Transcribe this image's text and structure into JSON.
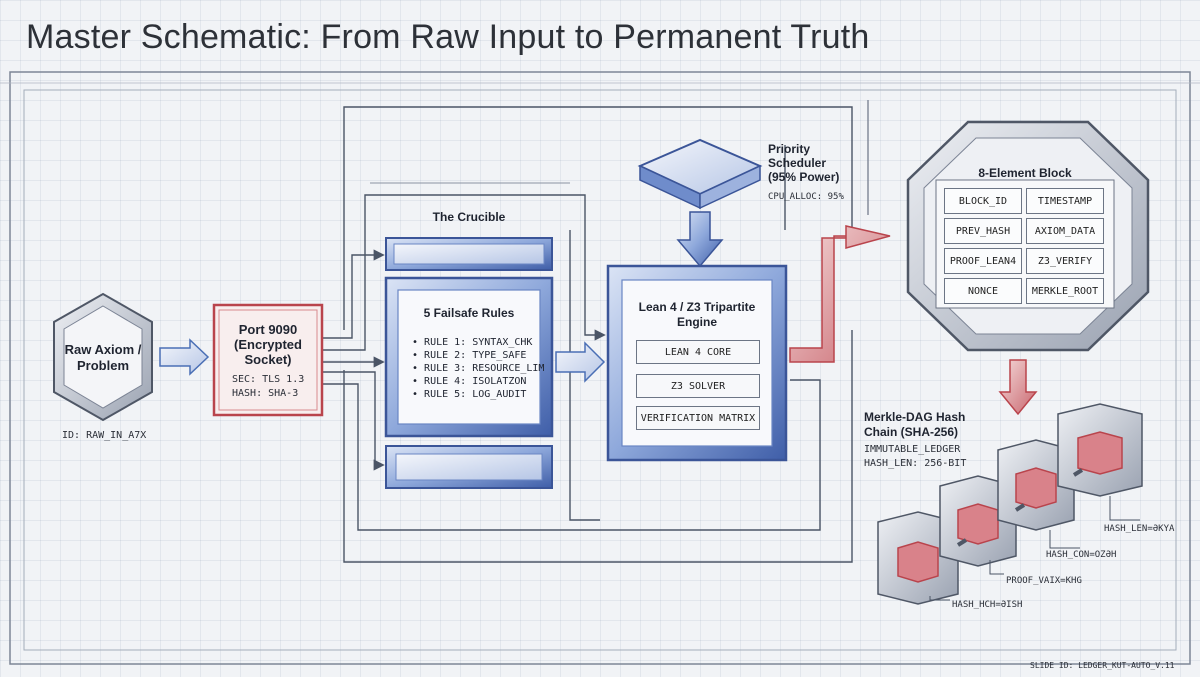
{
  "title": "Master Schematic: From Raw Input to Permanent Truth",
  "raw_axiom": {
    "label": "Raw Axiom / Problem",
    "id": "ID: RAW_IN_A7X"
  },
  "port": {
    "title": "Port 9090 (Encrypted Socket)",
    "sec": "SEC: TLS 1.3",
    "hash": "HASH: SHA-3"
  },
  "crucible": {
    "title": "The Crucible",
    "rules_title": "5 Failsafe Rules",
    "rules": [
      "RULE 1: SYNTAX_CHK",
      "RULE 2: TYPE_SAFE",
      "RULE 3: RESOURCE_LIM",
      "RULE 4: ISOLATZON",
      "RULE 5: LOG_AUDIT"
    ]
  },
  "scheduler": {
    "title": "Priority Scheduler (95% Power)",
    "alloc": "CPU_ALLOC: 95%"
  },
  "engine": {
    "title": "Lean 4 / Z3 Tripartite Engine",
    "modules": [
      "LEAN 4 CORE",
      "Z3 SOLVER",
      "VERIFICATION MATRIX"
    ]
  },
  "block": {
    "title": "8-Element Block",
    "cells": [
      "BLOCK_ID",
      "TIMESTAMP",
      "PREV_HASH",
      "AXIOM_DATA",
      "PROOF_LEAN4",
      "Z3_VERIFY",
      "NONCE",
      "MERKLE_ROOT"
    ]
  },
  "merkle": {
    "title": "Merkle-DAG Hash Chain (SHA-256)",
    "line1": "IMMUTABLE_LEDGER",
    "line2": "HASH_LEN: 256-BIT",
    "callouts": [
      "HASH_LEN=ƏKYA",
      "HASH_CON=OZƏH",
      "PROOF_VAIX=KHG",
      "HASH_HCH=ƏISH"
    ]
  },
  "footer": "SLIDE ID: LEDGER_KUT-AUTO_V.11",
  "colors": {
    "blue": "#4a6fb5",
    "red": "#c7474f",
    "frame": "#5a6272"
  }
}
